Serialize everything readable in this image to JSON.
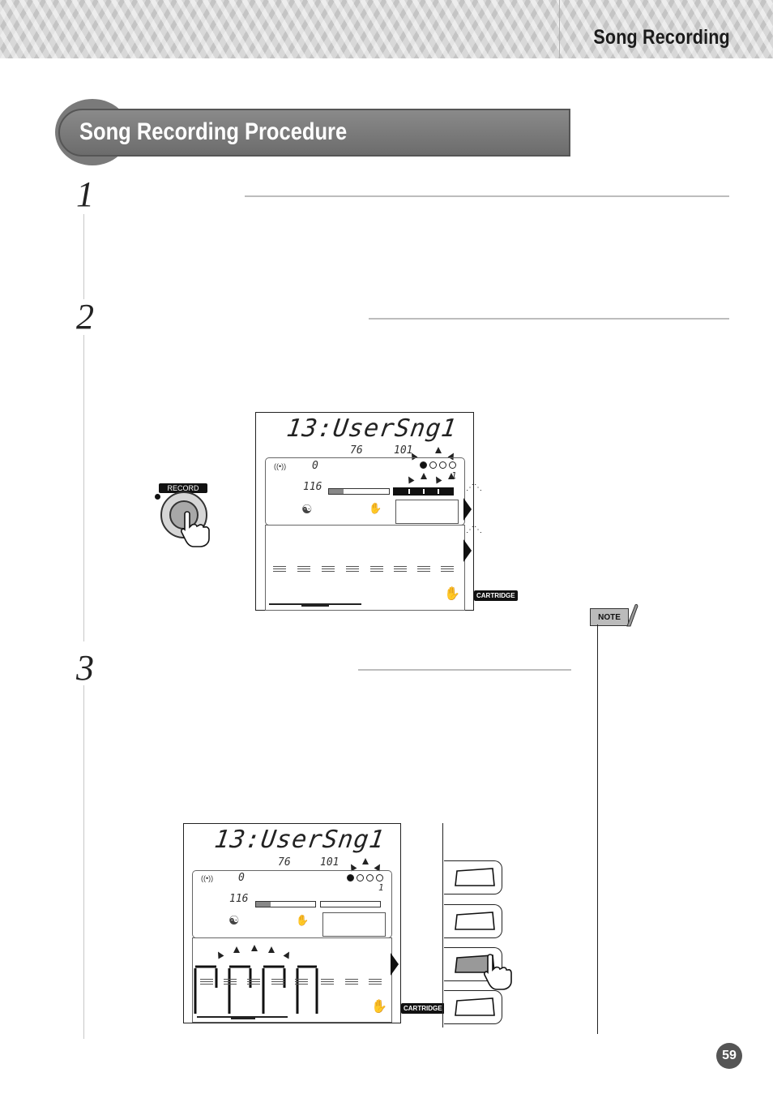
{
  "header": {
    "title": "Song Recording"
  },
  "section": {
    "title": "Song Recording Procedure"
  },
  "steps": [
    {
      "number": "1"
    },
    {
      "number": "2"
    },
    {
      "number": "3"
    }
  ],
  "display1": {
    "song_name": "13:UserSng1",
    "value_a": "76",
    "value_b": "101",
    "measure": "0",
    "tempo": "116",
    "beat_count": "1",
    "record_label": "RECORD",
    "cartridge_label": "CARTRIDGE"
  },
  "display2": {
    "song_name": "13:UserSng1",
    "value_a": "76",
    "value_b": "101",
    "measure": "0",
    "tempo": "116",
    "beat_count": "1",
    "cartridge_label": "CARTRIDGE"
  },
  "note": {
    "label": "NOTE"
  },
  "page_number": "59"
}
